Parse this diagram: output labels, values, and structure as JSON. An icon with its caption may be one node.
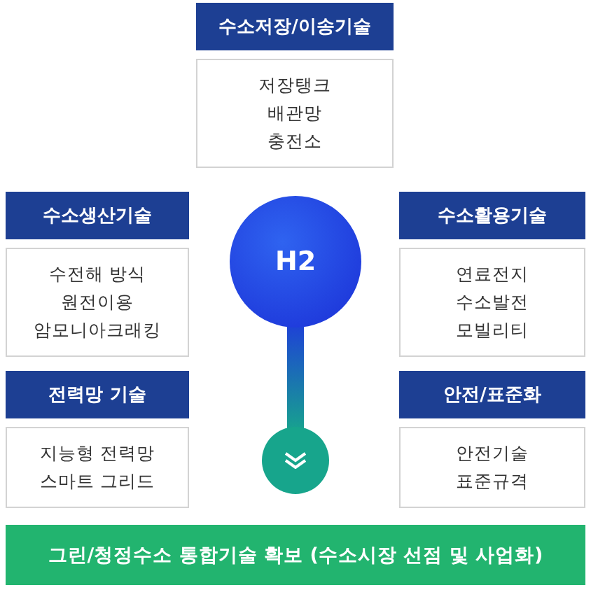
{
  "diagram": {
    "nodes": [
      {
        "text": [
          "수소저장/이송기술"
        ]
      },
      {
        "text": [
          "저장탱크",
          "배관망",
          "충전소"
        ]
      },
      {
        "text": [
          "수소생산기술"
        ]
      },
      {
        "text": [
          "수전해 방식",
          "원전이용",
          "암모니아크래킹"
        ]
      },
      {
        "text": [
          "수소활용기술"
        ]
      },
      {
        "text": [
          "연료전지",
          "수소발전",
          "모빌리티"
        ]
      },
      {
        "text": [
          "H2"
        ]
      },
      {
        "text": [
          "전력망 기술"
        ]
      },
      {
        "text": [
          "지능형 전력망",
          "스마트 그리드"
        ]
      },
      {
        "text": [
          "안전/표준화"
        ]
      },
      {
        "text": [
          "안전기술",
          "표준규격"
        ]
      },
      {
        "text": [],
        "shape": "circle"
      },
      {
        "text": [
          "그린/청정수소 통합기술 확보 (수소시장 선점 및 사업화)"
        ]
      }
    ],
    "edges": [
      {
        "from": 6,
        "to": 11,
        "arrow": "none",
        "style": "thick"
      }
    ]
  }
}
